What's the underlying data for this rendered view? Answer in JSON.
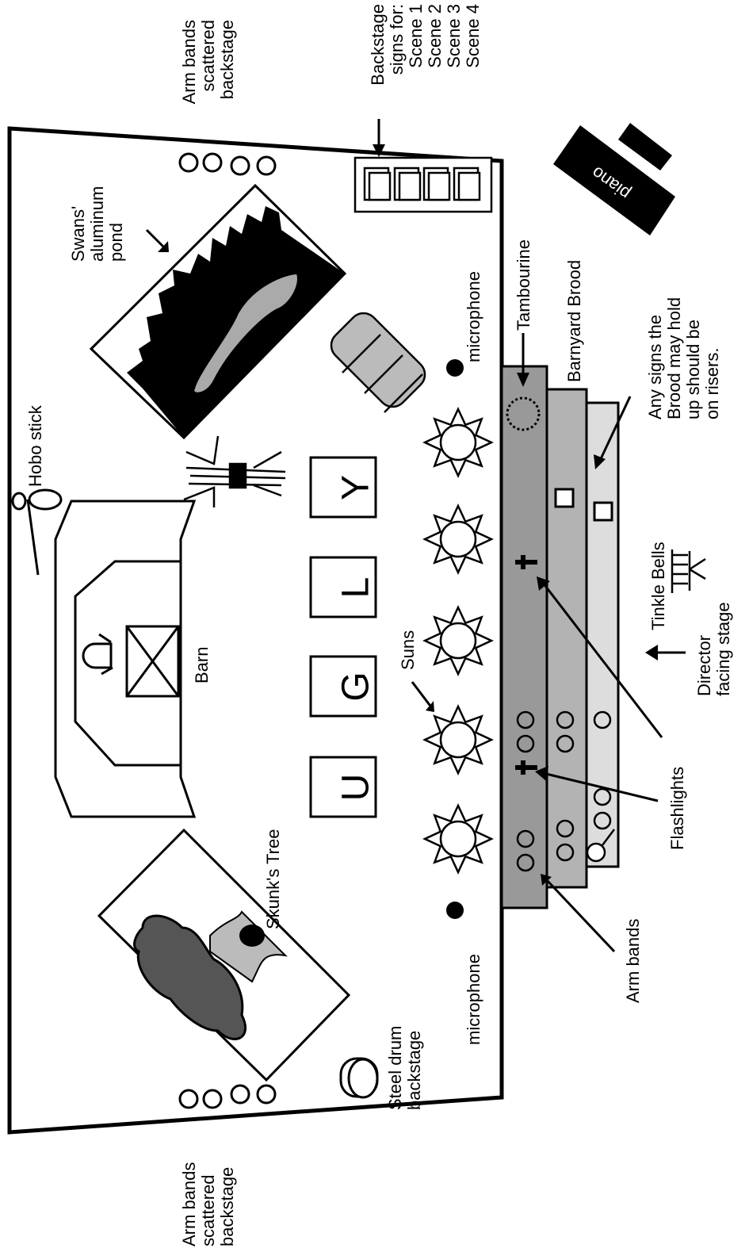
{
  "labels": {
    "arm_bands_scattered_top": [
      "Arm bands",
      "scattered",
      "backstage"
    ],
    "arm_bands_scattered_bottom": [
      "Arm bands",
      "scattered",
      "backstage"
    ],
    "backstage_signs": [
      "Backstage",
      "signs for:",
      "Scene 1",
      "Scene 2",
      "Scene 3",
      "Scene 4"
    ],
    "piano": "piano",
    "swans_pond": [
      "Swans'",
      "aluminum",
      "pond"
    ],
    "hobo_stick": "Hobo stick",
    "barn": "Barn",
    "skunks_tree": "Skunk's Tree",
    "steel_drum": [
      "Steel drum",
      "backstage"
    ],
    "microphone_top": "microphone",
    "microphone_bottom": "microphone",
    "suns": "Suns",
    "tambourine": "Tambourine",
    "barnyard_brood": "Barnyard Brood",
    "signs_note": [
      "Any signs the",
      "Brood may hold",
      "up should be",
      "on risers."
    ],
    "tinkle_bells": "Tinkle Bells",
    "director": [
      "Director",
      "facing stage"
    ],
    "flashlights": "Flashlights",
    "arm_bands": "Arm bands"
  },
  "letters": [
    "U",
    "G",
    "L",
    "Y"
  ],
  "colors": {
    "riser_front": "#999999",
    "riser_middle": "#b3b3b3",
    "riser_back": "#dddddd",
    "tree_foliage": "#555555",
    "pond_water": "#aaaaaa",
    "ink": "#000000"
  }
}
